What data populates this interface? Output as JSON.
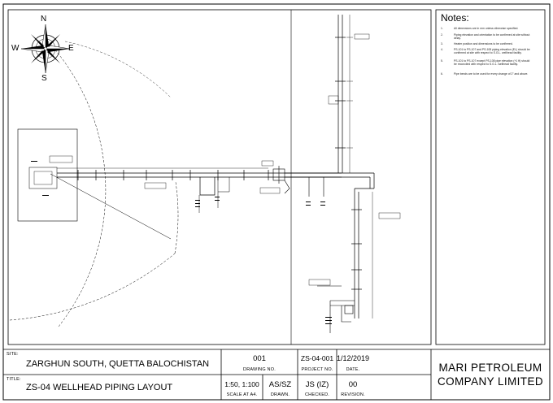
{
  "compass": {
    "n": "N",
    "s": "S",
    "w": "W",
    "e": "E"
  },
  "notes": {
    "title": "Notes:",
    "items": [
      {
        "num": "1.",
        "text": "All dimensions are in mm unless otherwise specified."
      },
      {
        "num": "2.",
        "text": "Piping elevation and orientation to be confirmed at site without delay."
      },
      {
        "num": "3.",
        "text": "Heater position and dimensions to be confirmed."
      },
      {
        "num": "4.",
        "text": "PS-101 to PS-107 and PS-108 piping elevation (EL) should be confirmed at site with respect to S.G.L. wellhead facility."
      },
      {
        "num": "5.",
        "text": "PS-101 to PS-107 except PS-108 pipe elevation (+1 ft) should be reconciled with respect to S.G.L. wellhead facility."
      },
      {
        "num": "6.",
        "text": "Pipe bends are to be used for every change of 2\" and above."
      }
    ]
  },
  "title_block": {
    "site_label": "SITE:",
    "site_value": "ZARGHUN SOUTH, QUETTA BALOCHISTAN",
    "title_label": "TITLE:",
    "title_value": "ZS-04 WELLHEAD PIPING LAYOUT",
    "drawing_no": "001",
    "drawing_no_label": "DRAWING NO.",
    "project_no": "ZS-04-001",
    "project_no_label": "PROJECT NO.",
    "date": "1/12/2019",
    "date_label": "DATE.",
    "scale": "1:50, 1:100",
    "scale_label": "SCALE AT A4.",
    "drawn": "AS/SZ",
    "drawn_label": "DRAWN.",
    "checked": "JS (IZ)",
    "checked_label": "CHECKED.",
    "revision": "00",
    "revision_label": "REVISION.",
    "company_line1": "MARI PETROLEUM",
    "company_line2": "COMPANY LIMITED"
  }
}
